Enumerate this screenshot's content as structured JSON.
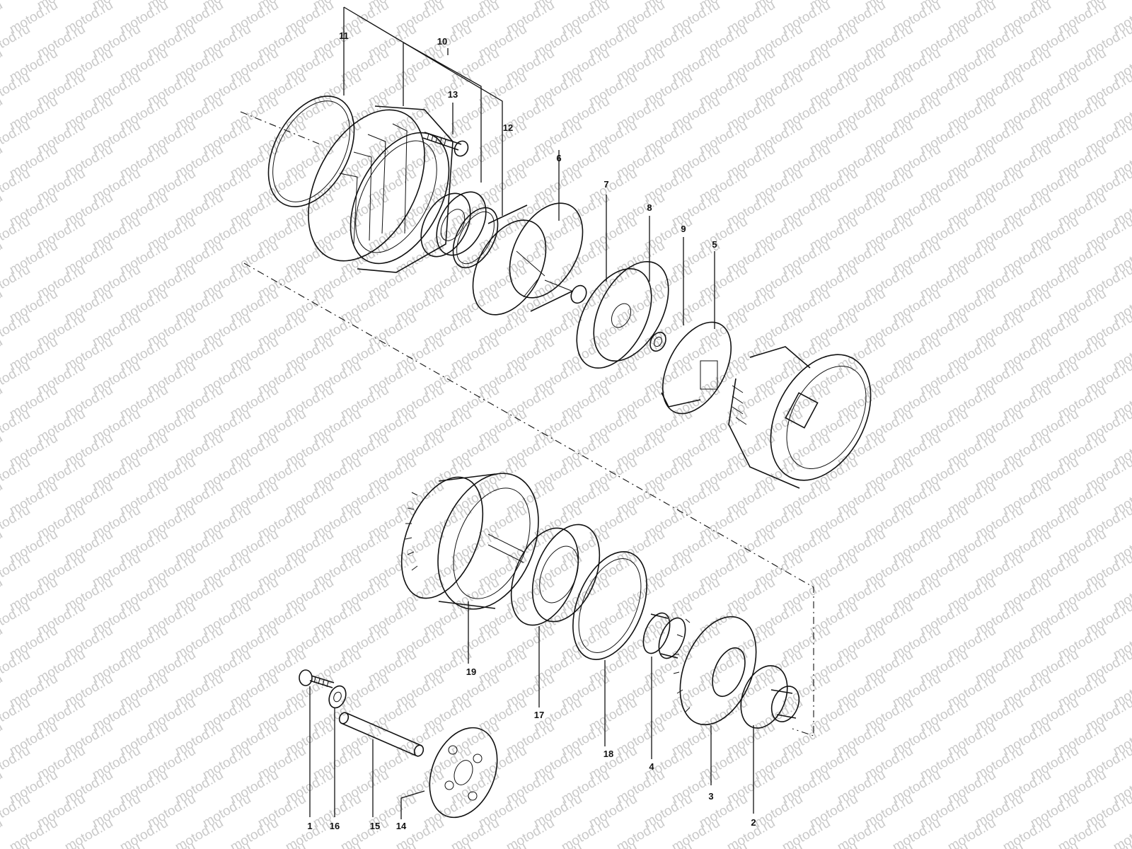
{
  "watermark": {
    "text": "motod.ru",
    "color": "#c9c9c9"
  },
  "callouts": {
    "p1": "1",
    "p2": "2",
    "p3": "3",
    "p4": "4",
    "p5": "5",
    "p6": "6",
    "p7": "7",
    "p8": "8",
    "p9": "9",
    "p10": "10",
    "p11": "11",
    "p12": "12",
    "p13": "13",
    "p14": "14",
    "p15": "15",
    "p16": "16",
    "p17": "17",
    "p18": "18",
    "p19": "19"
  }
}
